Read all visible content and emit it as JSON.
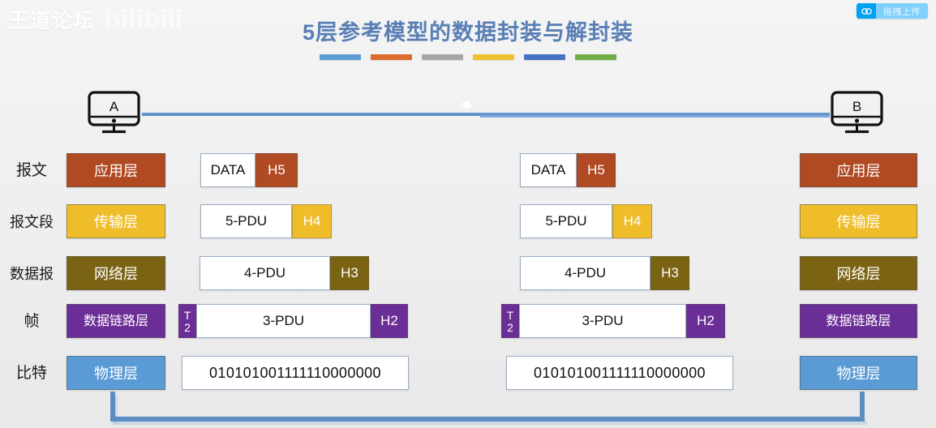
{
  "watermark": {
    "forum": "王道论坛",
    "site": "bilibili"
  },
  "upload_button": {
    "label": "拖拽上传",
    "icon": "cloud-icon",
    "icon_bg": "#00a1f1",
    "label_bg": "#7fd0ff"
  },
  "title": {
    "text": "5层参考模型的数据封装与解封装",
    "color": "#5a7fb5"
  },
  "accent_bars": [
    {
      "name": "bar-blue",
      "color": "#5b9bd5"
    },
    {
      "name": "bar-orange",
      "color": "#dd6b2b"
    },
    {
      "name": "bar-gray",
      "color": "#a5a5a5"
    },
    {
      "name": "bar-yellow",
      "color": "#f0c030"
    },
    {
      "name": "bar-navy",
      "color": "#4472c4"
    },
    {
      "name": "bar-green",
      "color": "#70ad47"
    }
  ],
  "hosts": {
    "left": "A",
    "right": "B",
    "link_color": "#6b9bd2"
  },
  "row_labels": [
    "报文",
    "报文段",
    "数据报",
    "帧",
    "比特"
  ],
  "layers": [
    {
      "name": "application",
      "label": "应用层",
      "color": "#b04a23"
    },
    {
      "name": "transport",
      "label": "传输层",
      "color": "#f0bd2a"
    },
    {
      "name": "network",
      "label": "网络层",
      "color": "#7a6414"
    },
    {
      "name": "datalink",
      "label": "数据链路层",
      "color": "#6b2d96"
    },
    {
      "name": "physical",
      "label": "物理层",
      "color": "#5b9bd5"
    }
  ],
  "packets": [
    {
      "name": "packet-application",
      "body": "DATA",
      "header": "H5",
      "header_color": "#b04a23",
      "trailer": null
    },
    {
      "name": "packet-transport",
      "body": "5-PDU",
      "header": "H4",
      "header_color": "#f0bd2a",
      "trailer": null
    },
    {
      "name": "packet-network",
      "body": "4-PDU",
      "header": "H3",
      "header_color": "#7a6414",
      "trailer": null
    },
    {
      "name": "packet-datalink",
      "body": "3-PDU",
      "header": "H2",
      "header_color": "#6b2d96",
      "trailer": "T2",
      "trailer_color": "#6b2d96"
    },
    {
      "name": "packet-physical",
      "body": "010101001111110000000",
      "header": null,
      "trailer": null
    }
  ],
  "bracket_color": "#5b8cc2"
}
